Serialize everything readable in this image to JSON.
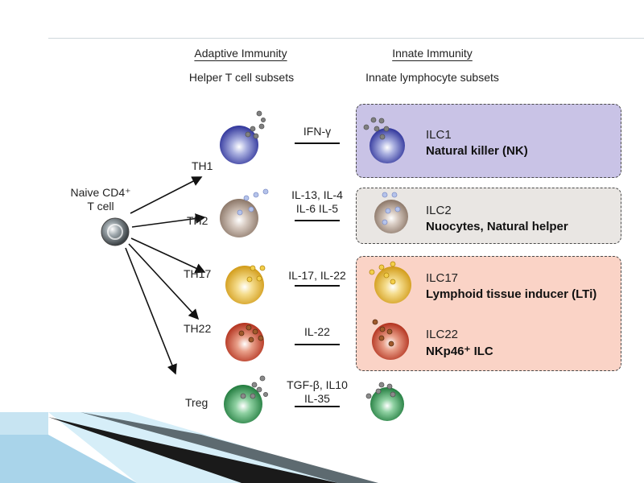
{
  "headers": {
    "adaptive_title": "Adaptive Immunity",
    "adaptive_subtitle": "Helper T cell subsets",
    "innate_title": "Innate Immunity",
    "innate_subtitle": "Innate lymphocyte subsets"
  },
  "naive_cell": {
    "label_line1": "Naive CD4⁺",
    "label_line2": "T cell"
  },
  "subsets": [
    {
      "tcell": "TH1",
      "cytokines_line1": "IFN-γ",
      "cytokines_line2": "",
      "ilc_name": "ILC1",
      "ilc_desc": "Natural killer (NK)",
      "color": "#3d43a6",
      "granule": "#7f7f7f"
    },
    {
      "tcell": "TH2",
      "cytokines_line1": "IL-13, IL-4",
      "cytokines_line2": "IL-6 IL-5",
      "ilc_name": "ILC2",
      "ilc_desc": "Nuocytes, Natural helper",
      "color": "#a08f86",
      "granule": "#9fb0de"
    },
    {
      "tcell": "TH17",
      "cytokines_line1": "IL-17, IL-22",
      "cytokines_line2": "",
      "ilc_name": "ILC17",
      "ilc_desc": "Lymphoid tissue inducer (LTi)",
      "color": "#d9ac2c",
      "granule": "#e0b21c"
    },
    {
      "tcell": "TH22",
      "cytokines_line1": "IL-22",
      "cytokines_line2": "",
      "ilc_name": "ILC22",
      "ilc_desc": "NKp46⁺ ILC",
      "color": "#c0442a",
      "granule": "#8a4a22"
    },
    {
      "tcell": "Treg",
      "cytokines_line1": "TGF-β, IL10",
      "cytokines_line2": "IL-35",
      "ilc_name": "",
      "ilc_desc": "",
      "color": "#2e8a4a",
      "granule": "#8a8a8a"
    }
  ],
  "box_colors": {
    "ilc1": "#c9c3e6",
    "ilc2": "#e9e6e3",
    "ilc17_22": "#fad3c6"
  },
  "decor_colors": {
    "ribbon_dark": "#1a1a1a",
    "ribbon_light": "#a9d4ea"
  }
}
